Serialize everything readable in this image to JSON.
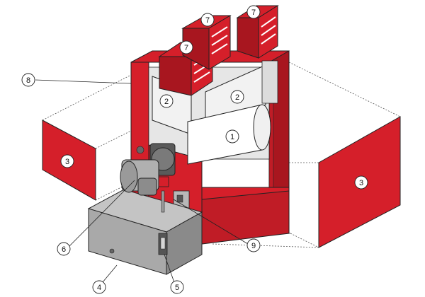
{
  "colors": {
    "cabinet_red": "#d51f2a",
    "cabinet_red_dark": "#a8161f",
    "cabinet_red_light": "#e44a52",
    "interior_grey": "#e6e6e6",
    "metal_grey": "#a9a9a9",
    "metal_dark": "#6f6f6f",
    "outline": "#222222"
  },
  "callouts": [
    {
      "label": "7"
    },
    {
      "label": "7"
    },
    {
      "label": "7"
    },
    {
      "label": "8"
    },
    {
      "label": "2"
    },
    {
      "label": "2"
    },
    {
      "label": "1"
    },
    {
      "label": "3"
    },
    {
      "label": "3"
    },
    {
      "label": "6"
    },
    {
      "label": "9"
    },
    {
      "label": "4"
    },
    {
      "label": "5"
    }
  ]
}
